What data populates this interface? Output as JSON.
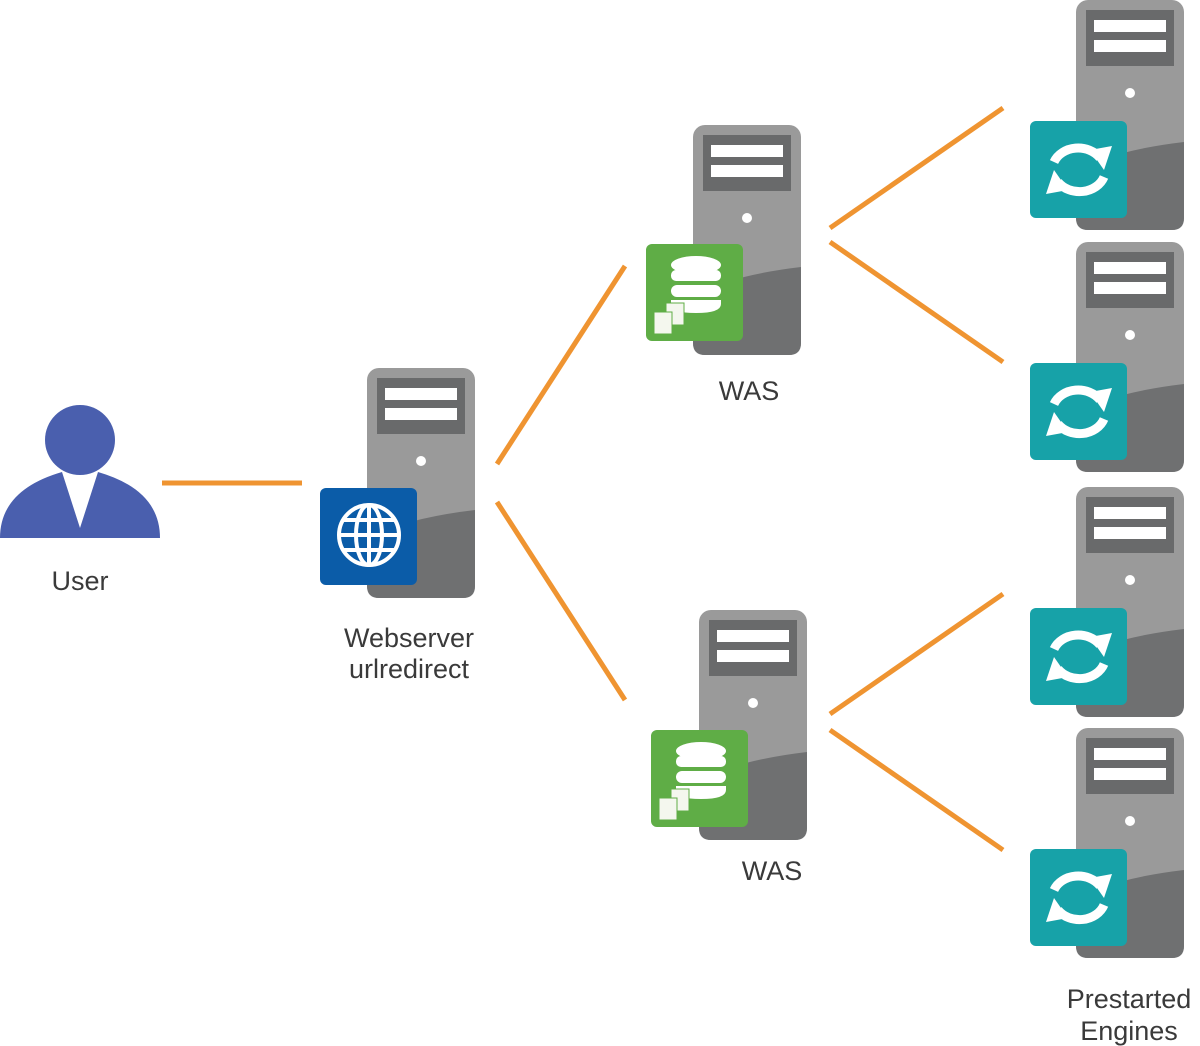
{
  "colors": {
    "connector": "#ef9431",
    "user": "#4a5fae",
    "server_light": "#9a9a9a",
    "server_dark": "#6f7071",
    "server_panel": "#696a6b",
    "globe_badge": "#0b5ca8",
    "db_badge": "#5fad46",
    "engine_badge": "#17a2a8",
    "label": "#3a3a3a"
  },
  "nodes": {
    "user": {
      "label": "User",
      "icon": "person-icon"
    },
    "webserver": {
      "label_line1": "Webserver",
      "label_line2": "urlredirect",
      "icon": "globe-icon"
    },
    "was_top": {
      "label": "WAS",
      "icon": "database-icon"
    },
    "was_bottom": {
      "label": "WAS",
      "icon": "database-icon"
    },
    "engines": {
      "label_line1": "Prestarted",
      "label_line2": "Engines",
      "icon": "refresh-icon",
      "count": 4
    }
  },
  "connections": [
    {
      "from": "user",
      "to": "webserver"
    },
    {
      "from": "webserver",
      "to": "was_top"
    },
    {
      "from": "webserver",
      "to": "was_bottom"
    },
    {
      "from": "was_top",
      "to": "engine_1"
    },
    {
      "from": "was_top",
      "to": "engine_2"
    },
    {
      "from": "was_bottom",
      "to": "engine_3"
    },
    {
      "from": "was_bottom",
      "to": "engine_4"
    }
  ]
}
